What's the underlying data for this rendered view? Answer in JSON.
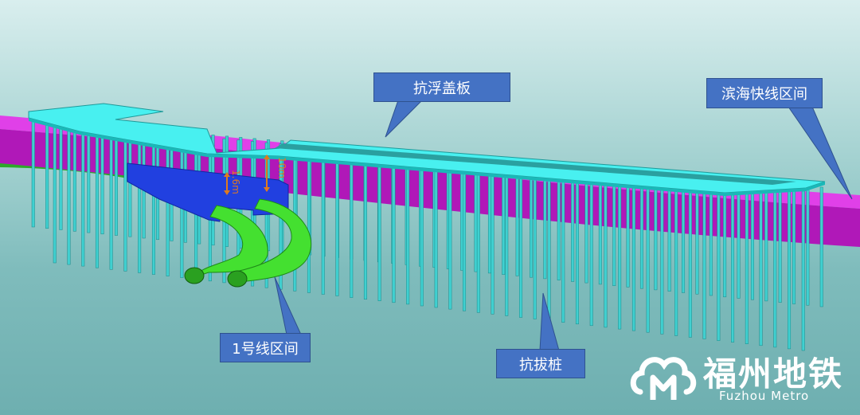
{
  "labels": {
    "cover_plate": "抗浮盖板",
    "binhai_tunnel": "滨海快线区间",
    "line1_tunnel": "1号线区间",
    "piles": "抗拔桩"
  },
  "dimensions": {
    "height_10m": "10m",
    "height_1_6m": "1.6m"
  },
  "logo": {
    "name_cn": "福州地铁",
    "name_en": "Fuzhou Metro"
  },
  "colors": {
    "plate": "#39e6e6",
    "pile": "#40d0d0",
    "binhai_tube": "#d020d8",
    "line1_tube": "#40e030",
    "frame": "#1f3fd8",
    "callout": "#4472c4",
    "dimension": "#e07a1f"
  }
}
